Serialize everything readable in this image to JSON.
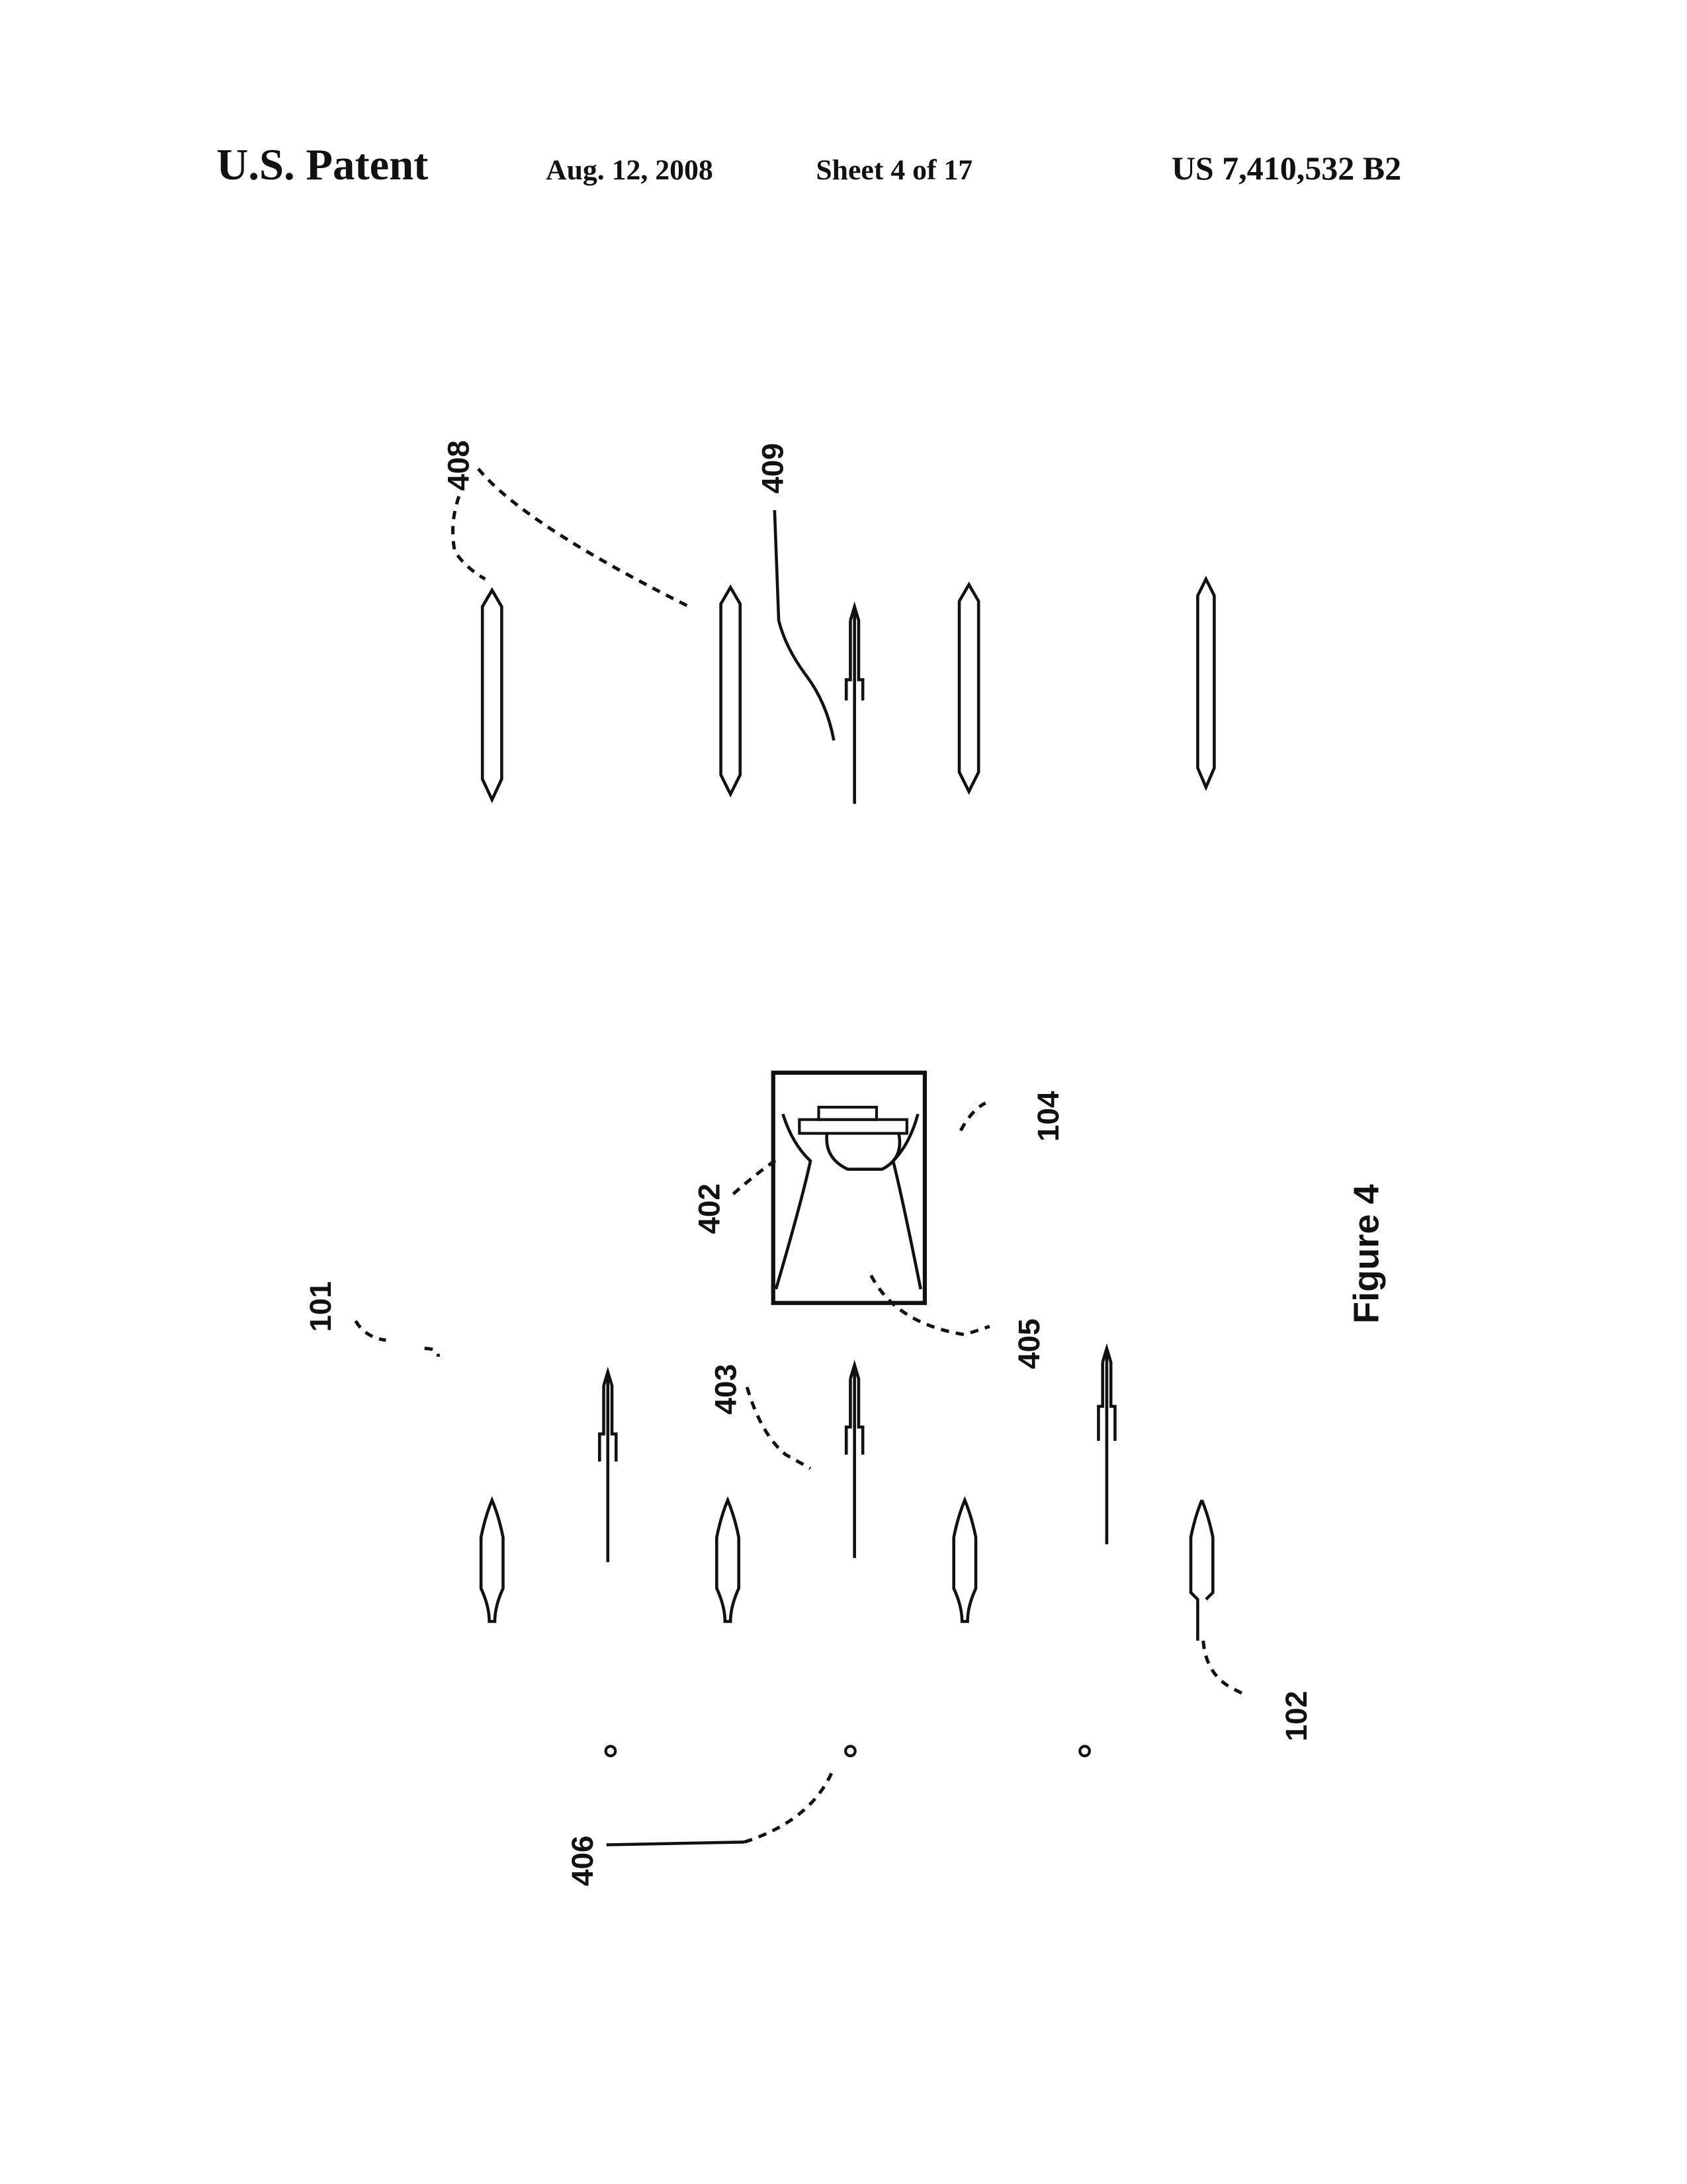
{
  "header": {
    "publisher": "U.S. Patent",
    "date": "Aug. 12, 2008",
    "sheet": "Sheet 4 of 17",
    "patent_number": "US 7,410,532 B2"
  },
  "figure": {
    "caption": "Figure 4",
    "labels": {
      "l408": "408",
      "l409": "409",
      "l101": "101",
      "l402": "402",
      "l104": "104",
      "l403": "403",
      "l405": "405",
      "l102": "102",
      "l406": "406"
    }
  }
}
